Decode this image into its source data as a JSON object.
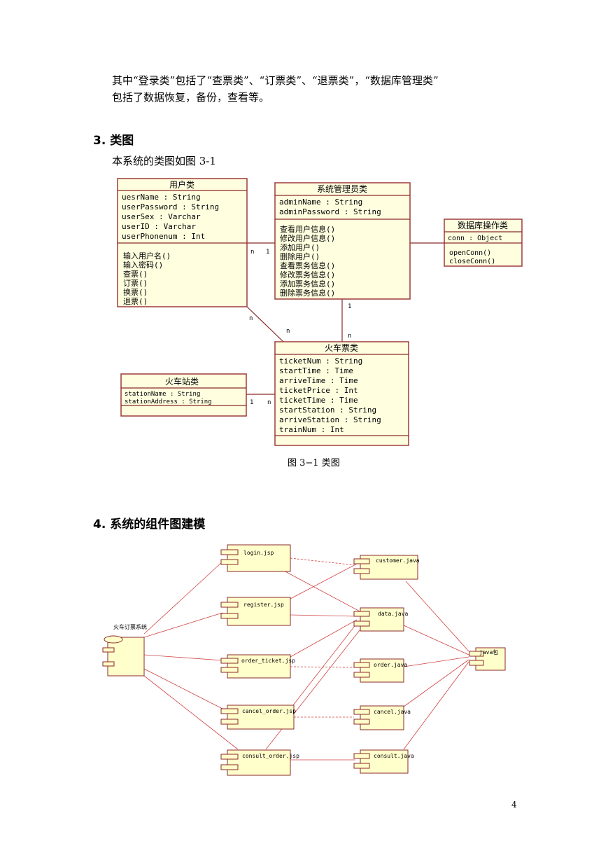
{
  "intro": {
    "line1": "其中“登录类”包括了“查票类”、“订票类”、“退票类”，“数据库管理类”",
    "line2": "包括了数据恢复，备份，查看等。"
  },
  "section3": {
    "heading": "3. 类图",
    "text": "本系统的类图如图 3-1",
    "figure_caption": "图 3−1    类图"
  },
  "class_diagram": {
    "user_class": {
      "name": "用户类",
      "attributes": [
        "uesrName : String",
        "userPassword : String",
        "userSex : Varchar",
        "userID : Varchar",
        "userPhonenum : Int"
      ],
      "methods": [
        "输入用户名()",
        "输入密码()",
        "查票()",
        "订票()",
        "换票()",
        "退票()"
      ]
    },
    "admin_class": {
      "name": "系统管理员类",
      "attributes": [
        "adminName : String",
        "adminPassword : String"
      ],
      "methods": [
        "查看用户信息()",
        "修改用户信息()",
        "添加用户()",
        "删除用户()",
        "查看票务信息()",
        "修改票务信息()",
        "添加票务信息()",
        "删除票务信息()"
      ]
    },
    "db_class": {
      "name": "数据库操作类",
      "attributes": [
        "conn : Object"
      ],
      "methods": [
        "openConn()",
        "closeConn()"
      ]
    },
    "ticket_class": {
      "name": "火车票类",
      "attributes": [
        "ticketNum : String",
        "startTime : Time",
        "arriveTime : Time",
        "ticketPrice : Int",
        "ticketTime : Time",
        "startStation : String",
        "arriveStation : String",
        "trainNum : Int"
      ]
    },
    "station_class": {
      "name": "火车站类",
      "attributes": [
        "stationName : String",
        "stationAddress : String"
      ]
    },
    "multiplicities": {
      "user_admin_left": "n",
      "user_admin_right": "1",
      "user_ticket_top": "n",
      "user_ticket_bottom": "n",
      "admin_ticket_top": "1",
      "admin_ticket_bottom": "n",
      "station_ticket_left": "1",
      "station_ticket_right": "n"
    }
  },
  "section4": {
    "heading": "4. 系统的组件图建模"
  },
  "component_diagram": {
    "system": "火车订票系统",
    "jsp_components": [
      "login.jsp",
      "register.jsp",
      "order_ticket.jsp",
      "cancel_order.jsp",
      "consult_order.jsp"
    ],
    "java_components": [
      "customer.java",
      "data.java",
      "order.java",
      "cancel.java",
      "consult.java"
    ],
    "package": "java包"
  },
  "footer": {
    "page_number": "4"
  }
}
